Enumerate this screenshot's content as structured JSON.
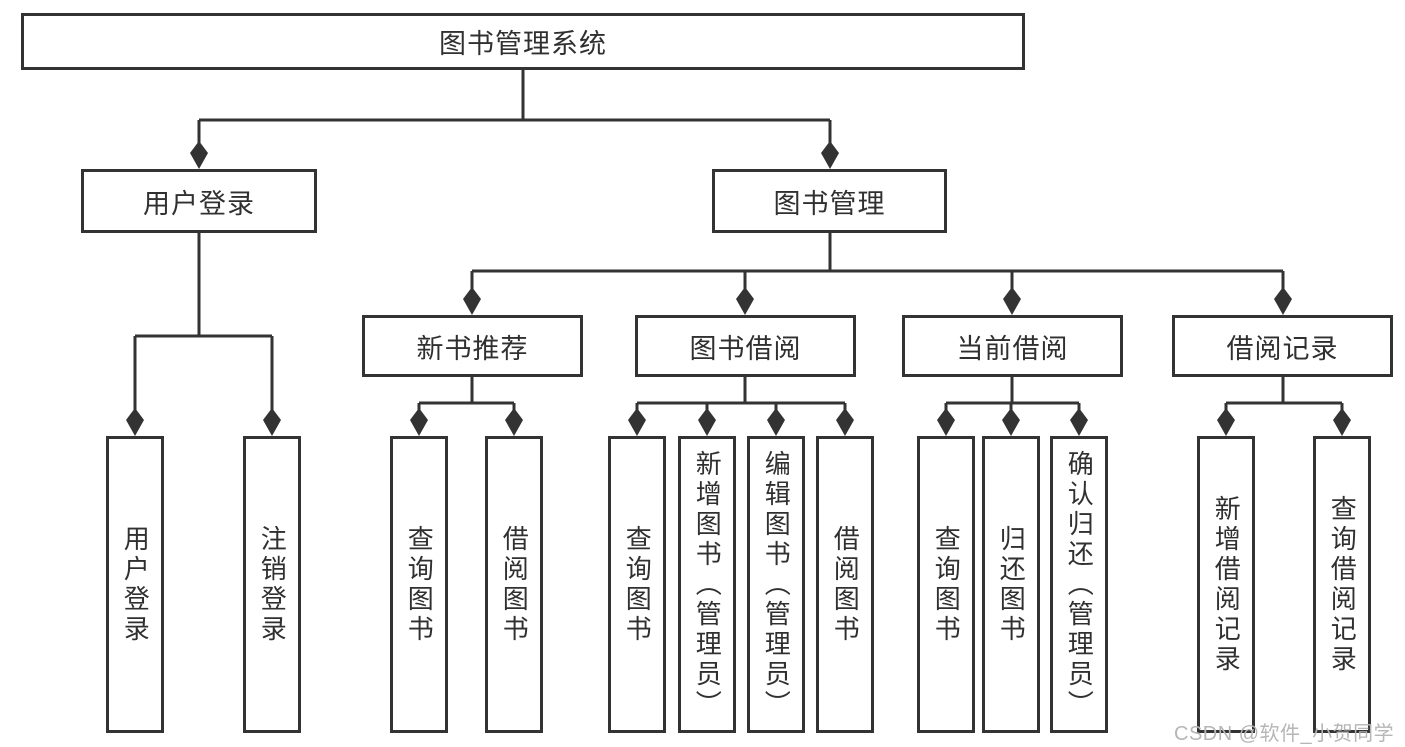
{
  "diagram": {
    "root": {
      "label": "图书管理系统"
    },
    "branches": [
      {
        "key": "user-login",
        "label": "用户登录",
        "children": [
          {
            "label": "用户登录"
          },
          {
            "label": "注销登录"
          }
        ]
      },
      {
        "key": "book-management",
        "label": "图书管理",
        "sections": [
          {
            "label": "新书推荐",
            "children": [
              {
                "label": "查询图书"
              },
              {
                "label": "借阅图书"
              }
            ]
          },
          {
            "label": "图书借阅",
            "children": [
              {
                "label": "查询图书"
              },
              {
                "label": "新增图书（管理员）"
              },
              {
                "label": "编辑图书（管理员）"
              },
              {
                "label": "借阅图书"
              }
            ]
          },
          {
            "label": "当前借阅",
            "children": [
              {
                "label": "查询图书"
              },
              {
                "label": "归还图书"
              },
              {
                "label": "确认归还（管理员）"
              }
            ]
          },
          {
            "label": "借阅记录",
            "children": [
              {
                "label": "新增借阅记录"
              },
              {
                "label": "查询借阅记录"
              }
            ]
          }
        ]
      }
    ]
  },
  "watermark": {
    "text": "CSDN @软件_小贺同学"
  },
  "colors": {
    "line": "#333333",
    "box_border": "#333333",
    "box_fill": "#ffffff",
    "text": "#303030",
    "watermark": "#b6b6b6",
    "background": "#ffffff"
  }
}
